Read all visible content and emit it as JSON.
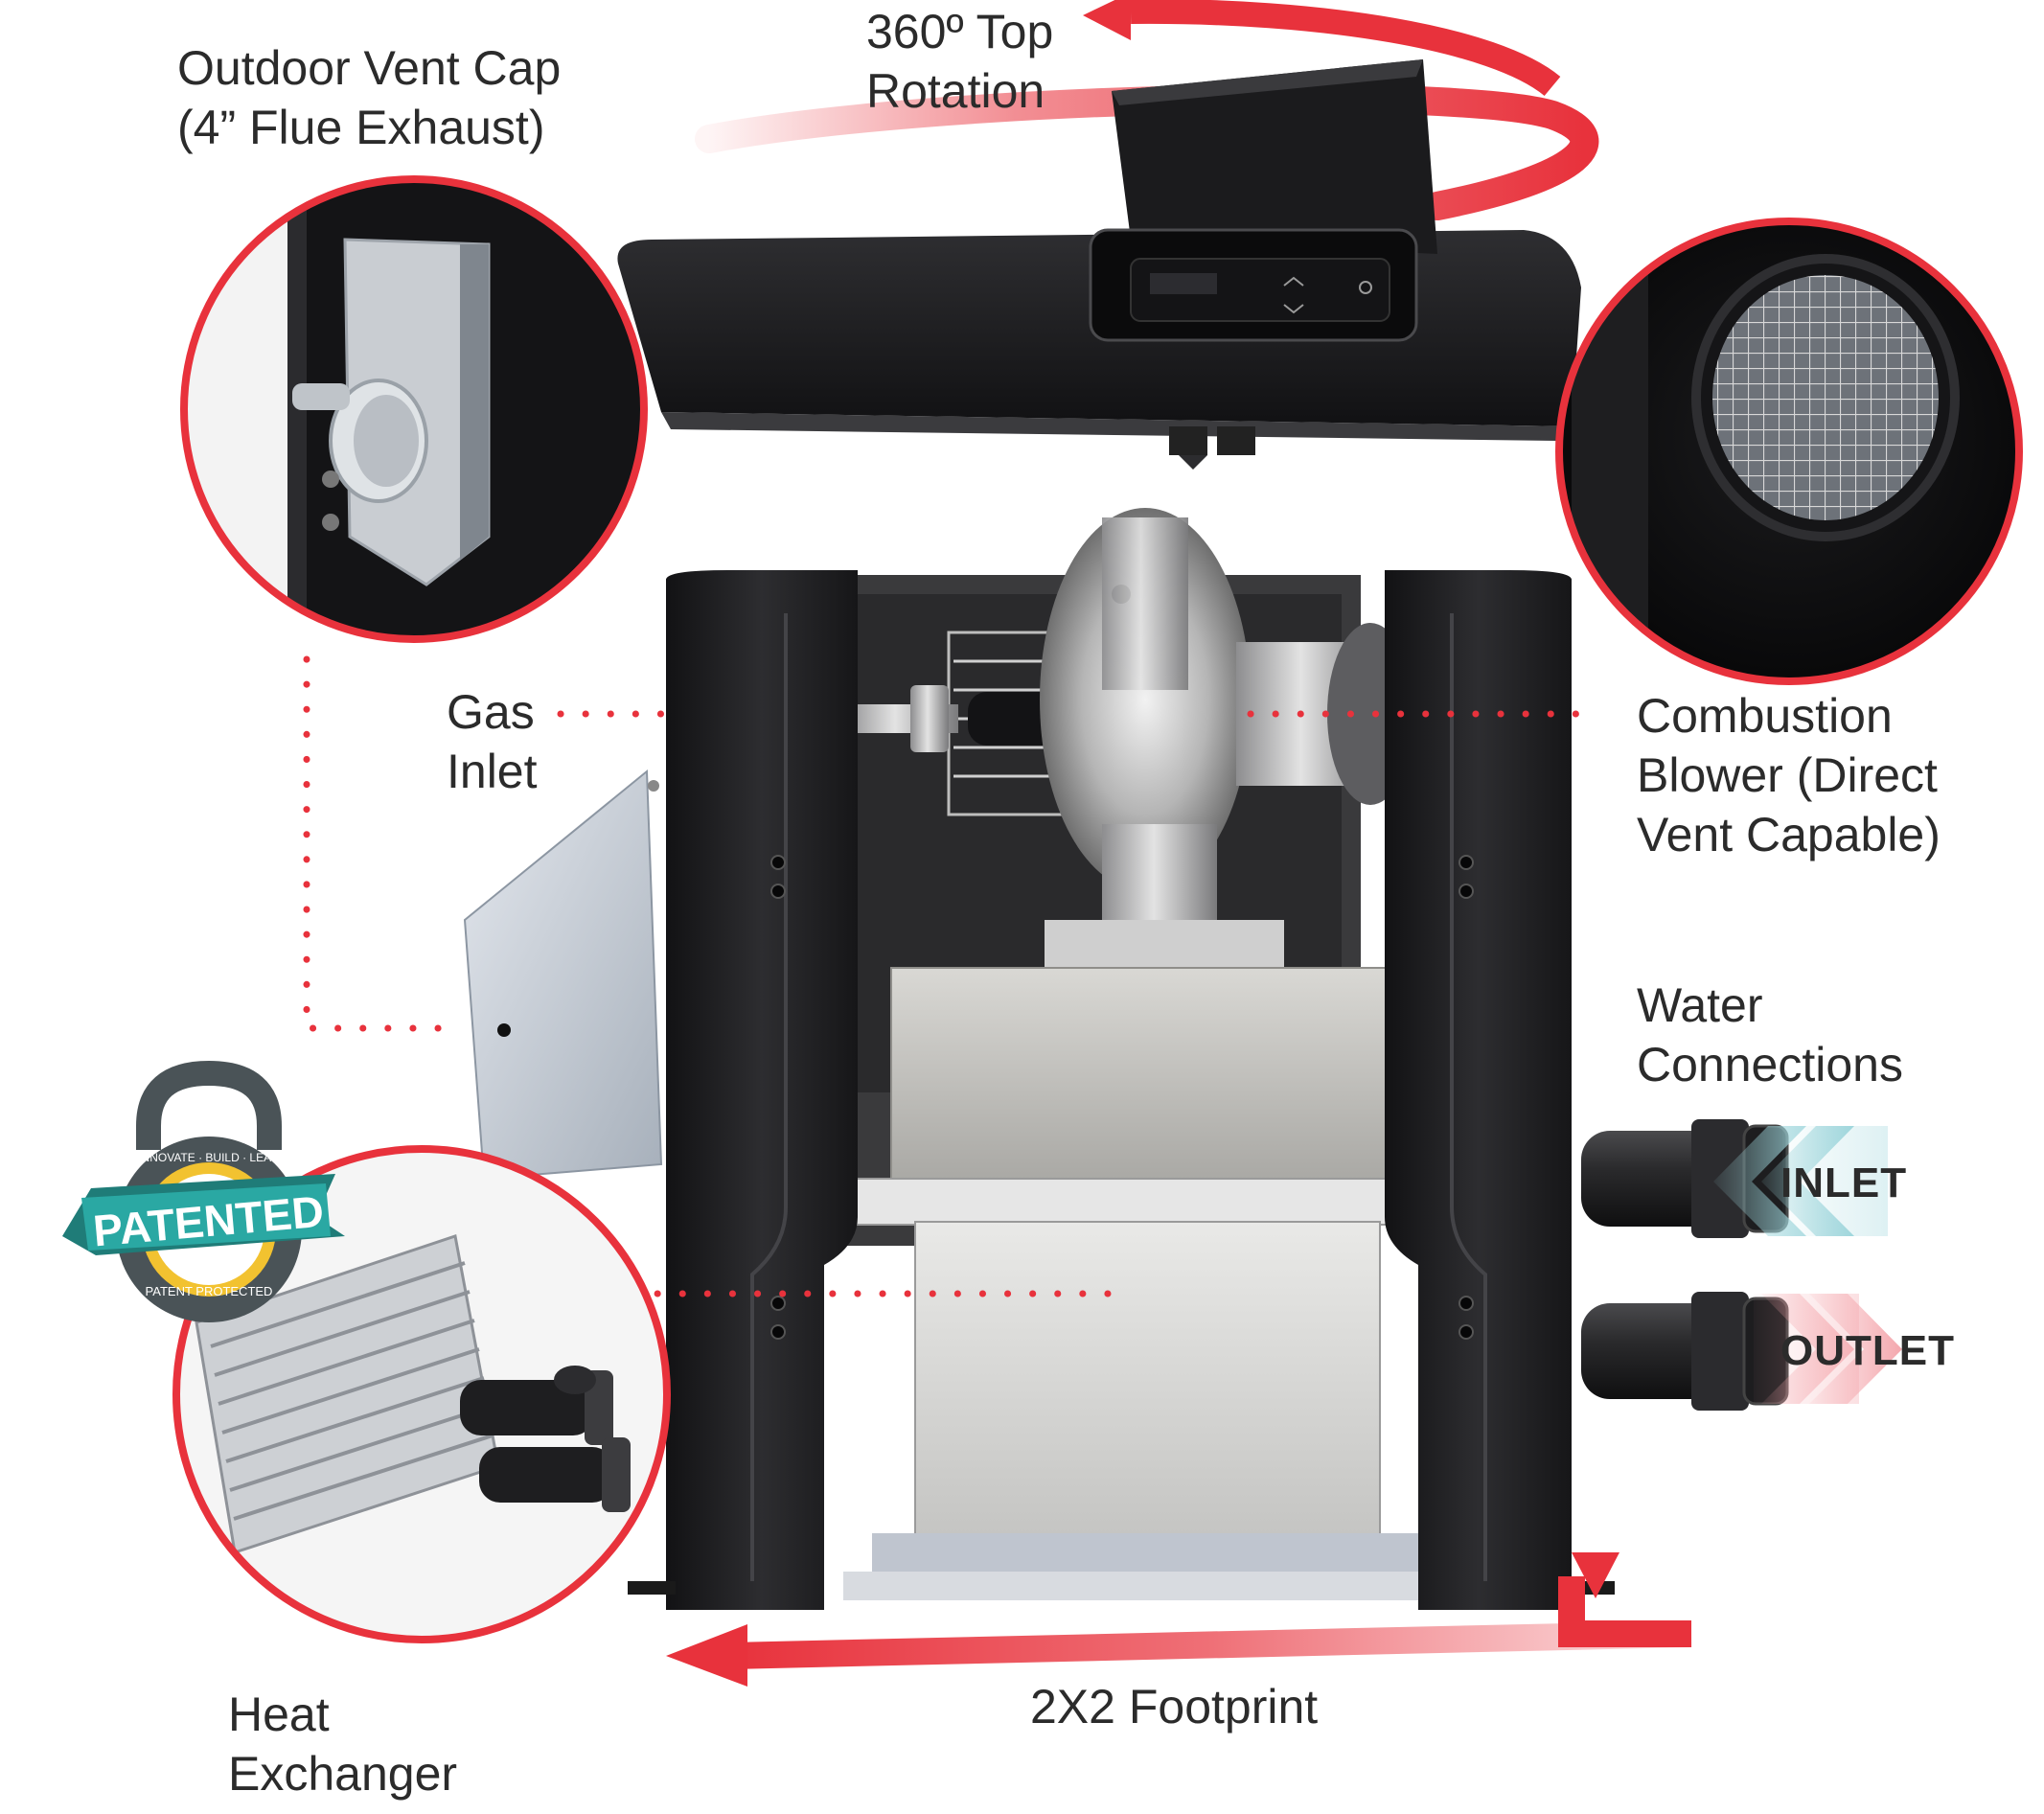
{
  "labels": {
    "top_rotation": [
      "360º Top",
      "Rotation"
    ],
    "vent_cap": [
      "Outdoor Vent Cap",
      "(4” Flue Exhaust)"
    ],
    "gas_inlet": [
      "Gas",
      "Inlet"
    ],
    "combustion_blower": [
      "Combustion",
      "Blower (Direct",
      "Vent Capable)"
    ],
    "water_connections": [
      "Water",
      "Connections"
    ],
    "heat_exchanger": [
      "Heat",
      "Exchanger"
    ],
    "footprint": "2X2 Footprint",
    "inlet_tag": "INLET",
    "outlet_tag": "OUTLET"
  },
  "badge": {
    "main": "PATENTED",
    "top_arc": "INNOVATE · BUILD · LEAD",
    "bottom_arc": "PATENT PROTECTED"
  },
  "colors": {
    "accent_red": "#e8323c",
    "dark_body": "#1f1f21",
    "badge_teal": "#2aa8a3",
    "badge_gold": "#f2c230",
    "inlet_arrow": "#9fd6dc",
    "outlet_arrow": "#f4a7ad"
  }
}
